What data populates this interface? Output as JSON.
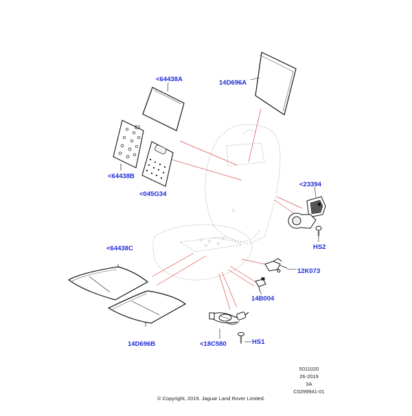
{
  "labels": {
    "p_64438A": "<64438A",
    "p_14D696A": "14D696A",
    "p_64438B": "<64438B",
    "p_045G34": "<045G34",
    "p_23394": "<23394",
    "p_HS2": "HS2",
    "p_64438C": "<64438C",
    "p_12K073": "12K073",
    "p_14B004": "14B004",
    "p_14D696B": "14D696B",
    "p_18C580": "<18C580",
    "p_HS1": "HS1"
  },
  "footer": {
    "code1": "5011020",
    "code2": "26-2019",
    "code3": "3A",
    "code4": "C0299941-01",
    "copyright": "© Copyright, 2019. Jaguar Land Rover Limited."
  },
  "colors": {
    "label_blue": "#1f2bd6",
    "leader_red": "#e05050",
    "seat_outline": "#c8c8c8",
    "part_line": "#111111"
  }
}
